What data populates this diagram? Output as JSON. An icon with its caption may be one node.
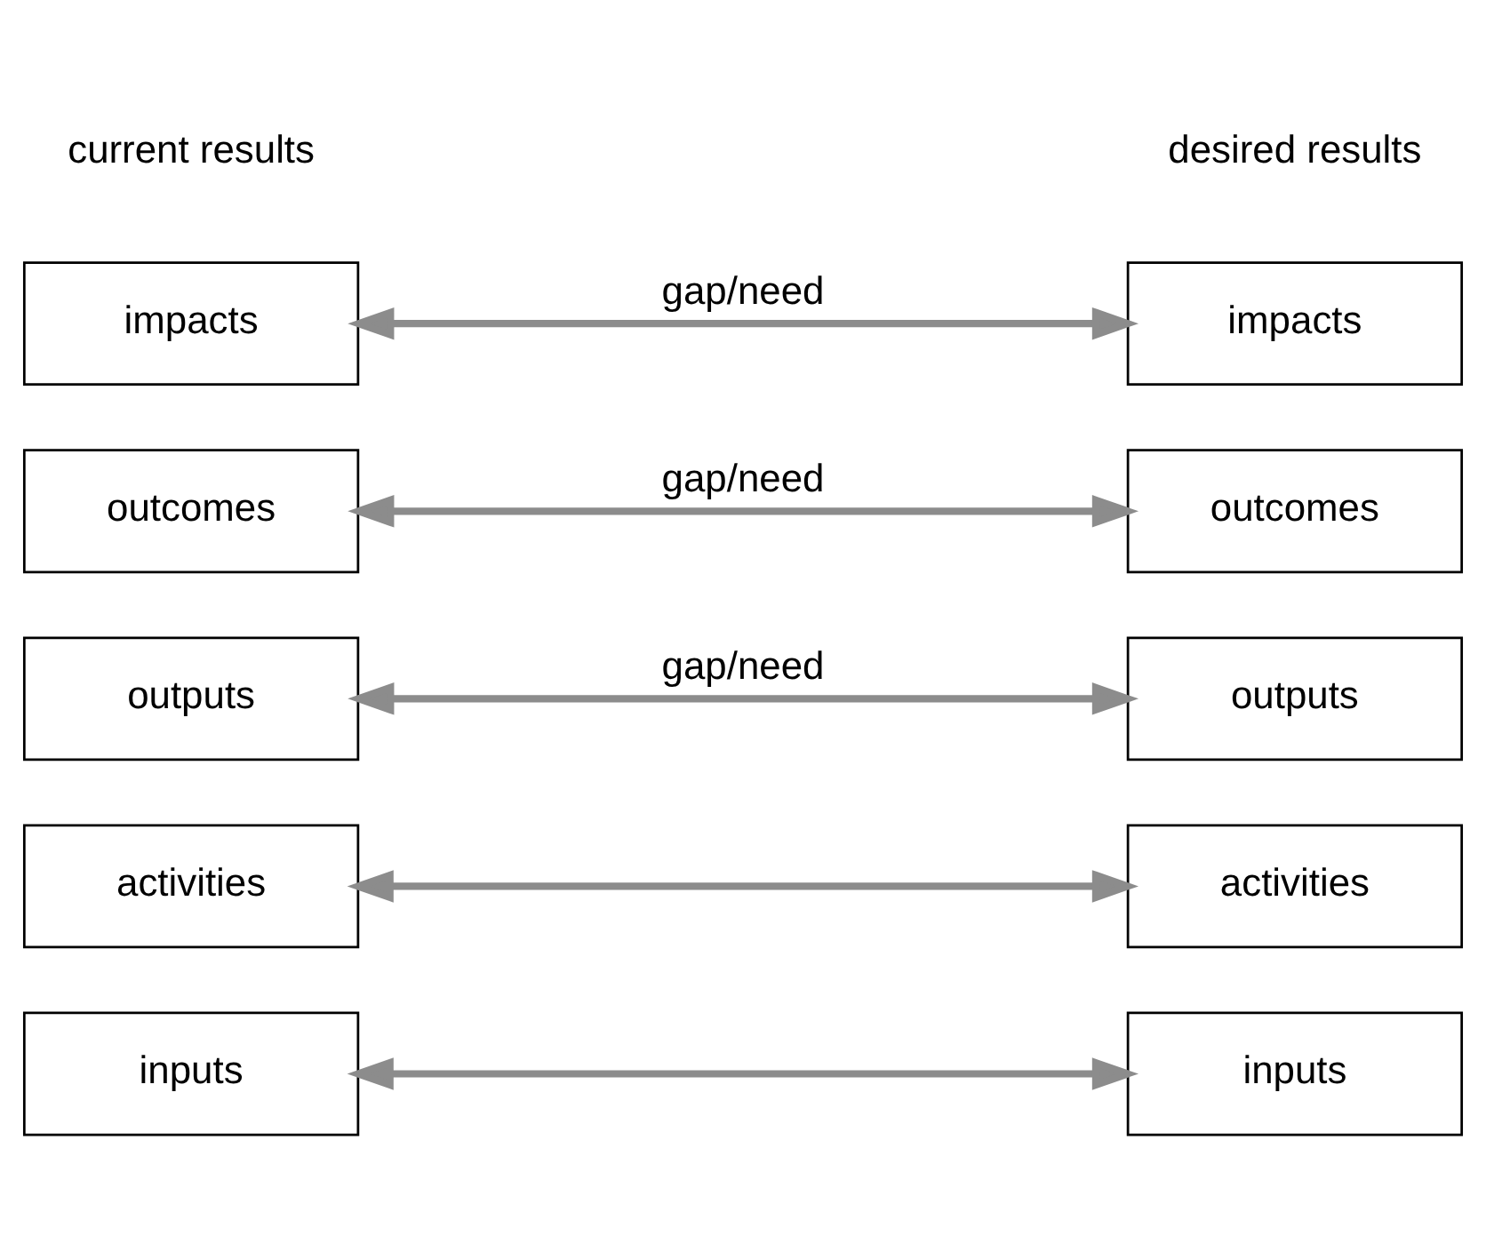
{
  "diagram": {
    "nodes": [
      {
        "text": [
          "impacts"
        ]
      },
      {
        "text": [
          "impacts"
        ]
      },
      {
        "text": [
          "outcomes"
        ]
      },
      {
        "text": [
          "outcomes"
        ]
      },
      {
        "text": [
          "outputs"
        ]
      },
      {
        "text": [
          "outputs"
        ]
      },
      {
        "text": [
          "activities"
        ]
      },
      {
        "text": [
          "activities"
        ]
      },
      {
        "text": [
          "inputs"
        ]
      },
      {
        "text": [
          "inputs"
        ]
      }
    ],
    "edges": [
      {
        "from": 0,
        "to": 1,
        "arrow": "both",
        "label": "gap/need"
      },
      {
        "from": 2,
        "to": 3,
        "arrow": "both",
        "label": "gap/need"
      },
      {
        "from": 4,
        "to": 5,
        "arrow": "both",
        "label": "gap/need"
      },
      {
        "from": 6,
        "to": 7,
        "arrow": "both"
      },
      {
        "from": 8,
        "to": 9,
        "arrow": "both"
      }
    ],
    "labels": [
      "current results",
      "desired results"
    ]
  }
}
